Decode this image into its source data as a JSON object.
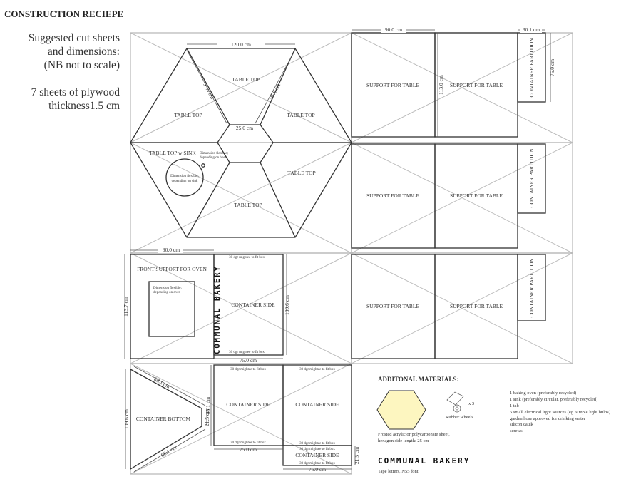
{
  "title": "CONSTRUCTION RECIEPE",
  "intro": {
    "line1": "Suggested cut sheets",
    "line2": "and dimensions:",
    "line3": "(NB not to scale)",
    "line4": "7 sheets of plywood",
    "line5": "thickness1.5 cm"
  },
  "hexagon": {
    "parts": [
      "TABLE TOP",
      "TABLE TOP",
      "TABLE TOP",
      "TABLE TOP w SINK",
      "TABLE TOP",
      "TABLE TOP"
    ],
    "dim_top": "120.0 cm",
    "dim_left": "95.0 cm",
    "dim_right": "95.0 cm",
    "dim_inner": "25.0 cm",
    "hose_note_1": "Dimension flexible;",
    "hose_note_2": "depending on hose",
    "sink_note_1": "Dimension flexible;",
    "sink_note_2": "depending on sink"
  },
  "supports": {
    "label": "SUPPORT FOR TABLE",
    "partition": "CONTAINER PARTITION",
    "dim_width": "90.0 cm",
    "dim_height": "113.0 cm",
    "dim_partition_w": "30.1 cm",
    "dim_partition_h": "75.0 cm"
  },
  "oven_sheet": {
    "dim_width": "90.0 cm",
    "dim_height": "113.7 cm",
    "front_support": "FRONT SUPPORT FOR OVEN",
    "oven_note_1": "Dimension flexible;",
    "oven_note_2": "depending on oven",
    "logo": "COMMUNAL BAKERY",
    "container_side": "CONTAINER SIDE",
    "angle_note": "30 dgr mightee to fit box",
    "dim_side_h": "109.6 cm",
    "dim_side_w": "75.0 cm"
  },
  "bottom_sheet": {
    "container_bottom": "CONTAINER BOTTOM",
    "dim_height": "109.6 cm",
    "dim_edge_1": "88.1 cm",
    "dim_edge_2": "88.1 cm",
    "dim_short": "21.5 cm",
    "dim_side_h": "88.1 cm",
    "container_side": "CONTAINER SIDE",
    "angle_note": "30 dgr mightee to fit box",
    "dim_w1": "75.0 cm",
    "dim_w2": "75.0 cm",
    "dim_small_h": "21.5 cm"
  },
  "materials": {
    "heading": "ADDITONAL MATERIALS:",
    "acrylic_1": "Frosted acrylic or polycarbonate sheet,",
    "acrylic_2": "hexagon side length: 25 cm",
    "wheels_count": "x 3",
    "wheels_label": "Rubber wheels",
    "list": [
      "1 baking oven (preferably recycled)",
      "1 sink (preferably circular, preferably recycled)",
      "1 tab",
      "6 small electrical light sources (eg. simple light bulbs)",
      "garden hose approved for drinking water",
      "silicon caulk",
      "screws"
    ],
    "logo": "COMMUNAL BAKERY",
    "logo_note": "Tape letters, N55 font",
    "acrylic_color": "#fdf6c0"
  }
}
